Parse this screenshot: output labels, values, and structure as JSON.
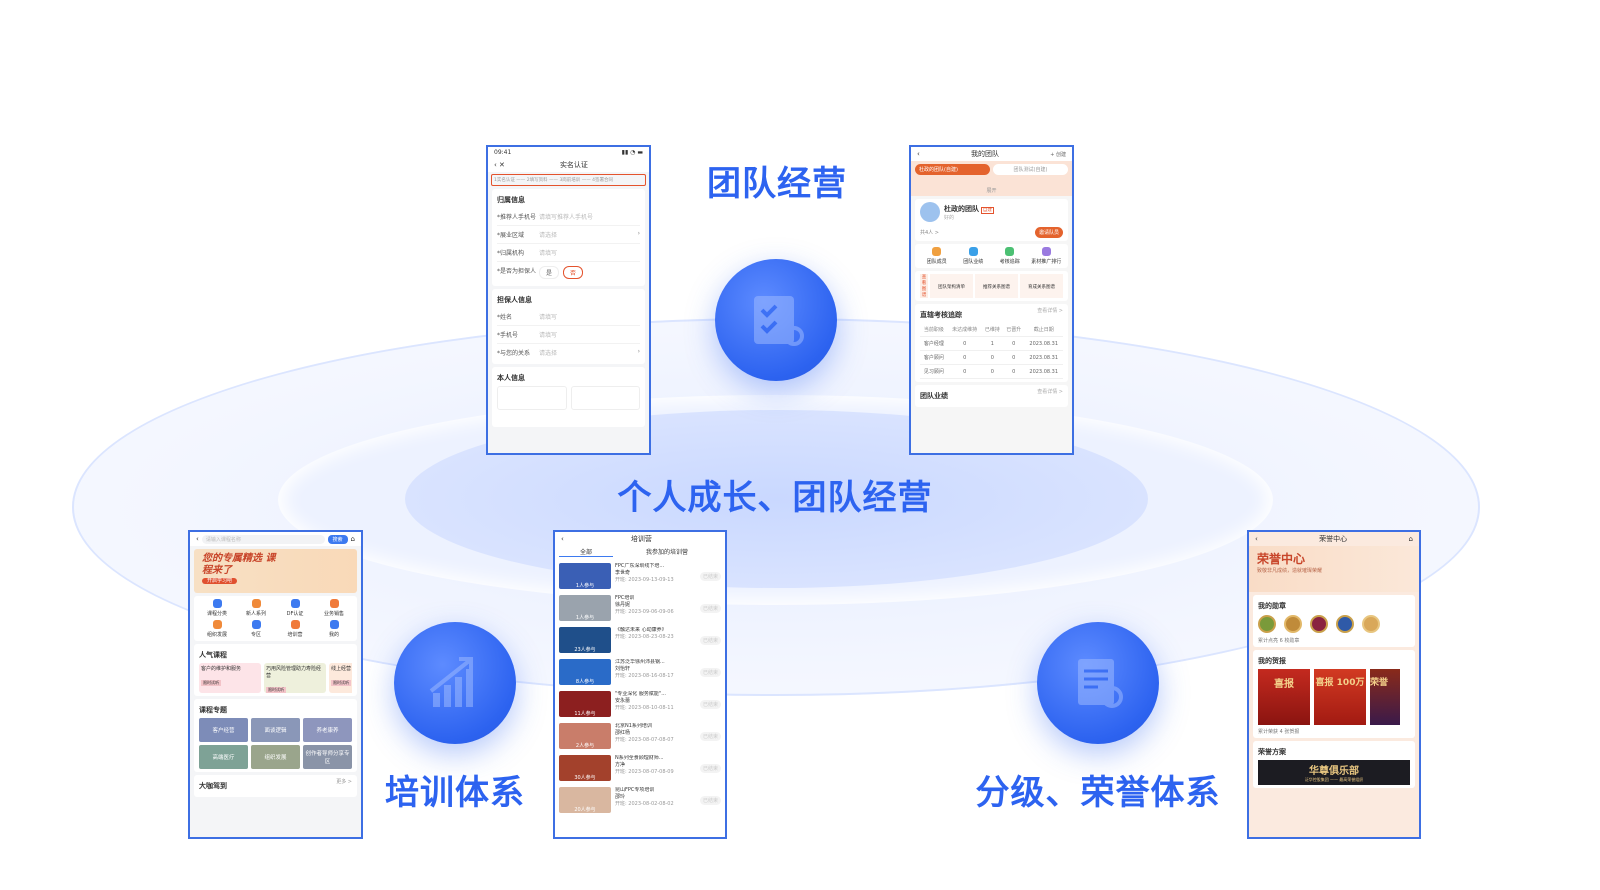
{
  "titles": {
    "top": "团队经营",
    "center": "个人成长、团队经营",
    "left": "培训体系",
    "right": "分级、荣誉体系"
  },
  "icons": {
    "top": "checklist-icon",
    "left": "growth-chart-icon",
    "right": "certificate-icon"
  },
  "colors": {
    "accent": "#2d63f0",
    "phone_border": "#3d6fe3",
    "orange": "#e4532d"
  },
  "phone_auth": {
    "time": "09:41",
    "title": "实名认证",
    "steps": "1实名认证 —— 2填写资料 —— 3岗前培训 —— 4签署合同",
    "section1": "归属信息",
    "fields1": [
      {
        "label": "*推荐人手机号",
        "value": "请填写推荐人手机号"
      },
      {
        "label": "*展业区域",
        "value": "请选择"
      },
      {
        "label": "*归属机构",
        "value": "请填写"
      }
    ],
    "guarantor_label": "*是否为担保人",
    "yes": "是",
    "no": "否",
    "section2": "担保人信息",
    "fields2": [
      {
        "label": "*姓名",
        "value": "请填写"
      },
      {
        "label": "*手机号",
        "value": "请填写"
      },
      {
        "label": "*与您的关系",
        "value": "请选择"
      }
    ],
    "section3": "本人信息"
  },
  "phone_team": {
    "title": "我的团队",
    "create": "+ 创建",
    "tab1": "杜政的团队(自建)",
    "tab2": "团队测试(自建)",
    "expand": "展开",
    "team_name": "杜政的团队",
    "badge": "自建",
    "sub": "好的",
    "members": "共4人 >",
    "invite": "邀请队员",
    "menu": [
      "团队成员",
      "团队业绩",
      "考核追踪",
      "素材推广排行"
    ],
    "maps_label": "查看图谱",
    "maps": [
      "团队架构清单",
      "推荐关系图谱",
      "育成关系图谱"
    ],
    "track_title": "直辖考核追踪",
    "detail": "查看详情 >",
    "table_head": [
      "当前职级",
      "未达成维持",
      "已维持",
      "已晋升",
      "截止日期"
    ],
    "table_rows": [
      [
        "客户经理",
        "0",
        "1",
        "0",
        "2023.08.31"
      ],
      [
        "客户顾问",
        "0",
        "0",
        "0",
        "2023.08.31"
      ],
      [
        "见习顾问",
        "0",
        "0",
        "0",
        "2023.08.31"
      ]
    ],
    "perf_title": "团队业绩"
  },
  "phone_course": {
    "search_placeholder": "请输入课程名称",
    "search_btn": "搜索",
    "banner": "您的专属精选 课程来了",
    "banner_btn": "开启学习吧",
    "menu": [
      "课程分类",
      "新人系列",
      "DF认证",
      "业务销售",
      "组织发展",
      "专区",
      "培训营",
      "我的"
    ],
    "popular_title": "人气课程",
    "popular": [
      "客户的维护和服务",
      "巧用风险管理助力寿险经营",
      "线上经营"
    ],
    "trial": "限时试听",
    "topic_title": "课程专题",
    "topics": [
      "客户经营",
      "面谈逻辑",
      "养老康养",
      "高端医疗",
      "组织发展",
      "创作者导师分享专区"
    ],
    "more_title": "大咖驾到",
    "more": "更多 >"
  },
  "phone_camp": {
    "title": "培训营",
    "tab_all": "全部",
    "tab_mine": "我参加的培训营",
    "status": "已结束",
    "items": [
      {
        "name": "FPC广东深圳线下培...",
        "teacher": "李世奇",
        "date": "开班: 2023-09-13-09-13",
        "count": "1人参与",
        "color": "#3a5fb5"
      },
      {
        "name": "FPC培训",
        "teacher": "徐丹妮",
        "date": "开班: 2023-09-06-09-06",
        "count": "1人参与",
        "color": "#9aa3ad"
      },
      {
        "name": "《触达未来 心动康养》",
        "teacher": "",
        "date": "开班: 2023-08-23-08-23",
        "count": "23人参与",
        "color": "#1f4f8a"
      },
      {
        "name": "江苏泛华徐州沛县钢...",
        "teacher": "刘怡轩",
        "date": "开班: 2023-08-16-08-17",
        "count": "8人参与",
        "color": "#2a6bc8"
      },
      {
        "name": "\"专业深化 服务赋能\"...",
        "teacher": "安永蕾",
        "date": "开班: 2023-08-10-08-11",
        "count": "11人参与",
        "color": "#8c1f1f"
      },
      {
        "name": "北京N1系列培训",
        "teacher": "邵红杨",
        "date": "开班: 2023-08-07-08-07",
        "count": "2人参与",
        "color": "#c97d6a"
      },
      {
        "name": "N系列全食顾理财师...",
        "teacher": "方净",
        "date": "开班: 2023-08-07-08-09",
        "count": "30人参与",
        "color": "#a3412c"
      },
      {
        "name": "昆山FPC专项培训",
        "teacher": "邵玲",
        "date": "开班: 2023-08-02-08-02",
        "count": "20人参与",
        "color": "#d9b7a0"
      }
    ]
  },
  "phone_honor": {
    "title": "荣誉中心",
    "banner_title": "荣誉中心",
    "banner_sub": "致敬非凡成绩，造就璀璨荣耀",
    "medals_title": "我的勋章",
    "medals_count": "累计点亮 6 枚勋章",
    "reports_title": "我的贺报",
    "reports": [
      "喜报",
      "喜报 100万",
      "荣誉"
    ],
    "reports_count": "累计荣获 4 张贺报",
    "plan_title": "荣誉方案",
    "club": "华尊俱乐部",
    "club_sub": "泛华控股集团 —— 最高荣誉组织"
  }
}
